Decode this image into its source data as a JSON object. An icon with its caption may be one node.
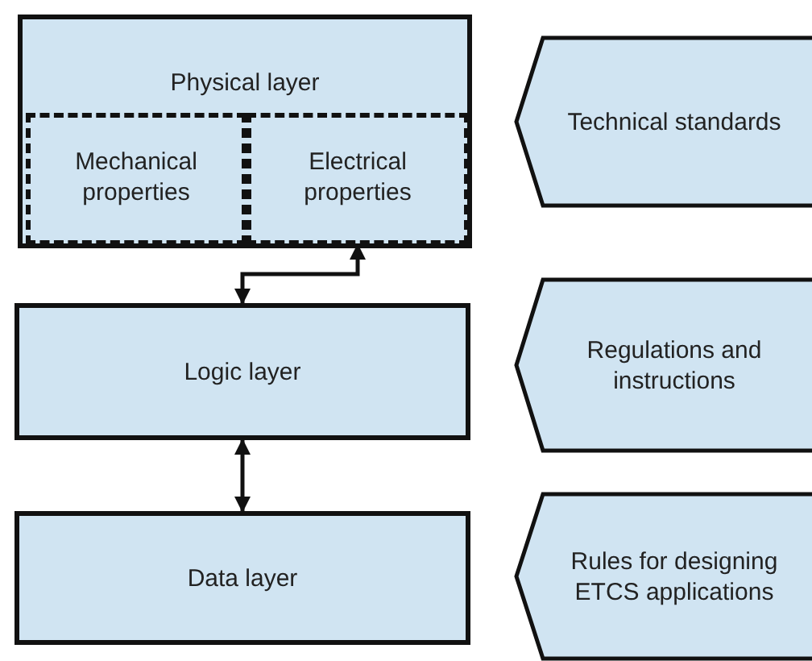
{
  "diagram": {
    "nodes": [
      {
        "text": [
          "Physical layer"
        ]
      },
      {
        "text": [
          "Mechanical properties"
        ],
        "in": 0
      },
      {
        "text": [
          "Electrical properties"
        ],
        "in": 0
      },
      {
        "text": [
          "Logic layer"
        ]
      },
      {
        "text": [
          "Data layer"
        ]
      },
      {
        "text": [
          "Technical standards"
        ]
      },
      {
        "text": [
          "Regulations and instructions"
        ]
      },
      {
        "text": [
          "Rules for designing ETCS applications"
        ]
      }
    ],
    "edges": [
      {
        "from": 3,
        "to": 2,
        "arrow": "both"
      },
      {
        "from": 3,
        "to": 4,
        "arrow": "both"
      }
    ]
  }
}
